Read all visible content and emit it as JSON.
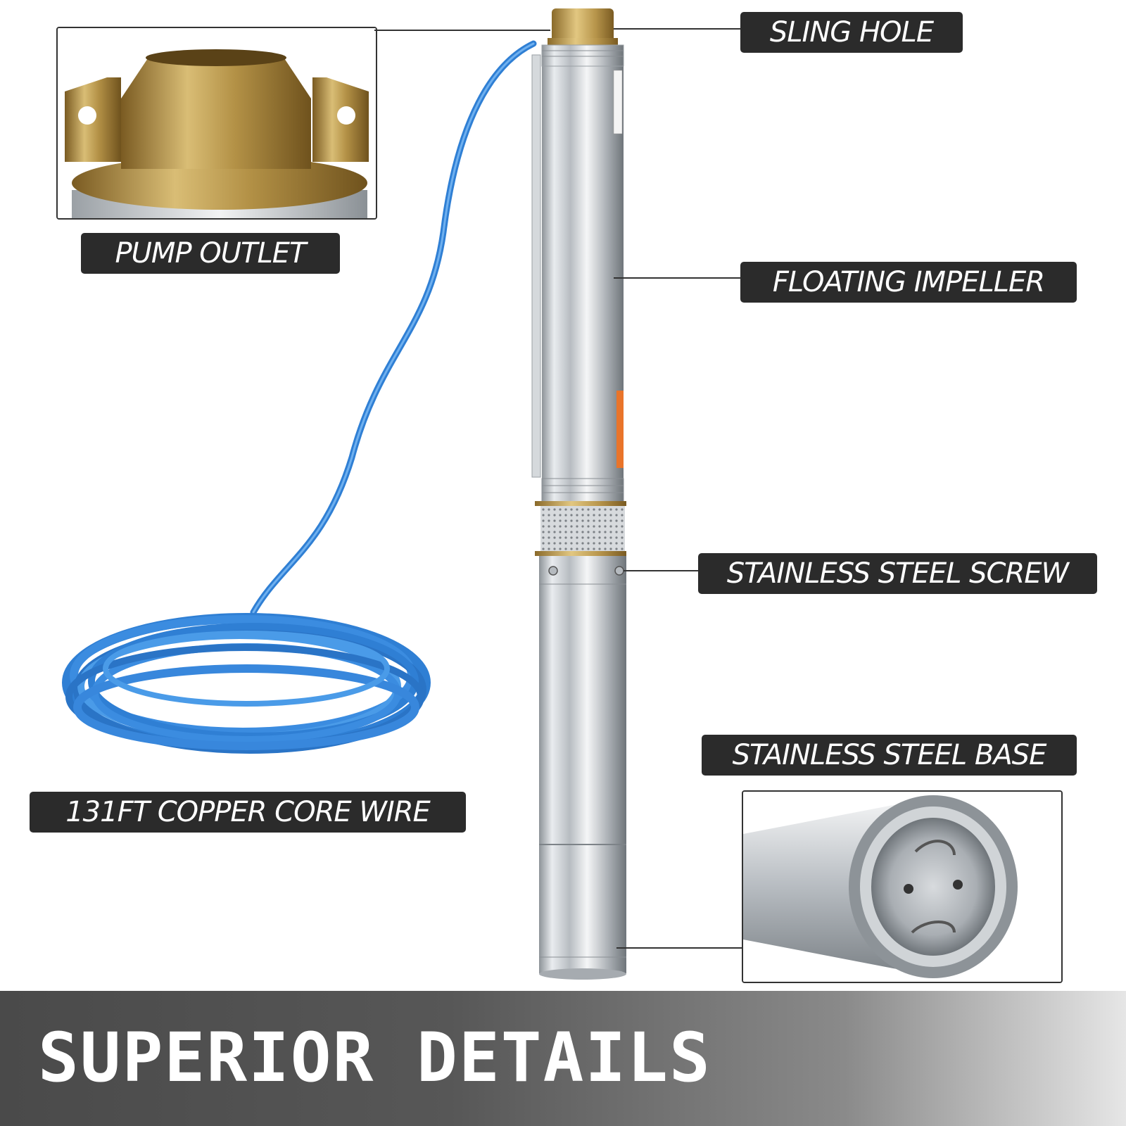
{
  "callouts": {
    "sling_hole": "SLING HOLE",
    "pump_outlet": "PUMP OUTLET",
    "floating_impeller": "FLOATING IMPELLER",
    "stainless_steel_screw": "STAINLESS STEEL SCREW",
    "stainless_steel_base": "STAINLESS STEEL BASE",
    "copper_core_wire": "131FT COPPER CORE WIRE"
  },
  "banner": {
    "title": "SUPERIOR DETAILS"
  },
  "colors": {
    "label_bg": "#2b2b2b",
    "label_text": "#ffffff",
    "cable_blue": "#2f7fd4",
    "brass": "#c9a85a",
    "steel": "#c8ccd0"
  }
}
